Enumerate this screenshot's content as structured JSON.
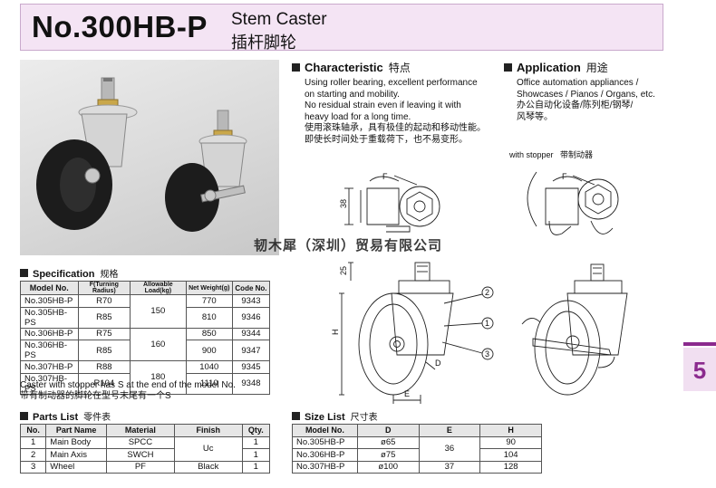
{
  "header": {
    "model_title": "No.300HB-P",
    "title_en": "Stem Caster",
    "title_cn": "插杆脚轮"
  },
  "side_tab": {
    "number": "5",
    "color": "#8b2a8e",
    "bg": "#f1dff1"
  },
  "characteristic": {
    "heading": "Characteristic",
    "heading_cn": "特点",
    "lines": [
      "Using roller bearing, excellent performance",
      "on starting and mobility.",
      "No residual strain even if leaving it with",
      "heavy load for a long time.",
      "使用滚珠轴承，具有极佳的起动和移动性能。",
      "即使长时间处于重载荷下，也不易变形。"
    ]
  },
  "application": {
    "heading": "Application",
    "heading_cn": "用途",
    "lines": [
      "Office automation appliances /",
      "Showcases / Pianos / Organs, etc.",
      "办公自动化设备/陈列柜/钢琴/",
      "风琴等。"
    ]
  },
  "drawing": {
    "stopper_label": "with stopper",
    "stopper_label_cn": "带制动器",
    "dim_f": "F",
    "dim_38": "38",
    "dim_25": "25",
    "dim_h": "H",
    "dim_d": "D",
    "dim_e": "E",
    "callout_1": "1",
    "callout_2": "2",
    "callout_3": "3"
  },
  "watermark": "韧木犀（深圳）贸易有限公司",
  "specification": {
    "heading": "Specification",
    "heading_cn": "规格",
    "columns": [
      "Model No.",
      "F(Turning Radius)",
      "Allowable Load(kg)",
      "Net Weight(g)",
      "Code No."
    ],
    "rows": [
      {
        "model": "No.305HB-P",
        "f": "R70",
        "load": "150",
        "weight": "770",
        "code": "9343"
      },
      {
        "model": "No.305HB-PS",
        "f": "R85",
        "load": "",
        "weight": "810",
        "code": "9346"
      },
      {
        "model": "No.306HB-P",
        "f": "R75",
        "load": "160",
        "weight": "850",
        "code": "9344"
      },
      {
        "model": "No.306HB-PS",
        "f": "R85",
        "load": "",
        "weight": "900",
        "code": "9347"
      },
      {
        "model": "No.307HB-P",
        "f": "R88",
        "load": "180",
        "weight": "1040",
        "code": "9345"
      },
      {
        "model": "No.307HB-PS",
        "f": "R104",
        "load": "",
        "weight": "1110",
        "code": "9348"
      }
    ],
    "note_en": "Caster with stopper has S at the end of the model No.",
    "note_cn": "带有制动器的脚轮在型号末尾有一个S"
  },
  "parts_list": {
    "heading": "Parts List",
    "heading_cn": "零件表",
    "columns": [
      "No.",
      "Part Name",
      "Material",
      "Finish",
      "Qty."
    ],
    "rows": [
      {
        "no": "1",
        "name": "Main Body",
        "material": "SPCC",
        "finish": "Uc",
        "qty": "1"
      },
      {
        "no": "2",
        "name": "Main Axis",
        "material": "SWCH",
        "finish": "",
        "qty": "1"
      },
      {
        "no": "3",
        "name": "Wheel",
        "material": "PF",
        "finish": "Black",
        "qty": "1"
      }
    ]
  },
  "size_list": {
    "heading": "Size List",
    "heading_cn": "尺寸表",
    "columns": [
      "Model No.",
      "D",
      "E",
      "H"
    ],
    "rows": [
      {
        "model": "No.305HB-P",
        "d": "ø65",
        "e": "36",
        "h": "90"
      },
      {
        "model": "No.306HB-P",
        "d": "ø75",
        "e": "",
        "h": "104"
      },
      {
        "model": "No.307HB-P",
        "d": "ø100",
        "e": "37",
        "h": "128"
      }
    ]
  }
}
